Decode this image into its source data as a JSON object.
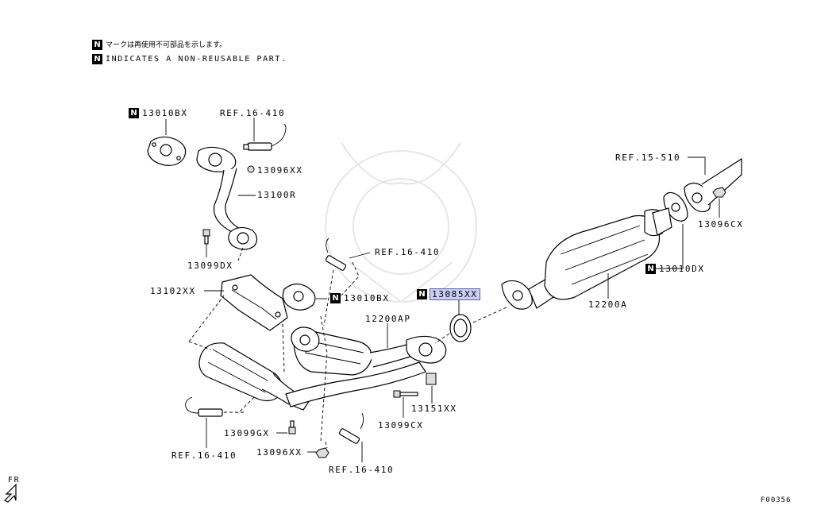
{
  "legend": {
    "badge": "N",
    "jp": "マークは再使用不可部品を示します。",
    "en": "INDICATES A NON-REUSABLE PART."
  },
  "labels": {
    "p13010bx_top": "13010BX",
    "ref_16_410_top": "REF.16-410",
    "p13096xx_top": "13096XX",
    "p13100r": "13100R",
    "p13099dx": "13099DX",
    "ref_16_410_mid": "REF.16-410",
    "p13102xx": "13102XX",
    "p13010bx_mid": "13010BX",
    "p13085xx": "13085XX",
    "p12200ap": "12200AP",
    "ref_15_510": "REF.15-510",
    "p13096cx": "13096CX",
    "p13010dx": "13010DX",
    "p12200a": "12200A",
    "p13151xx": "13151XX",
    "p13099cx": "13099CX",
    "p13099gx": "13099GX",
    "ref_16_410_left": "REF.16-410",
    "p13096xx_bottom": "13096XX",
    "ref_16_410_bottom": "REF.16-410",
    "fr": "FR",
    "figure_code": "F00356"
  },
  "colors": {
    "highlight_fill": "#c9cdf2",
    "highlight_border": "#5c63b8",
    "ink": "#000000"
  },
  "icons": {
    "badge": "n-square-badge",
    "direction": "front-arrow-icon"
  }
}
